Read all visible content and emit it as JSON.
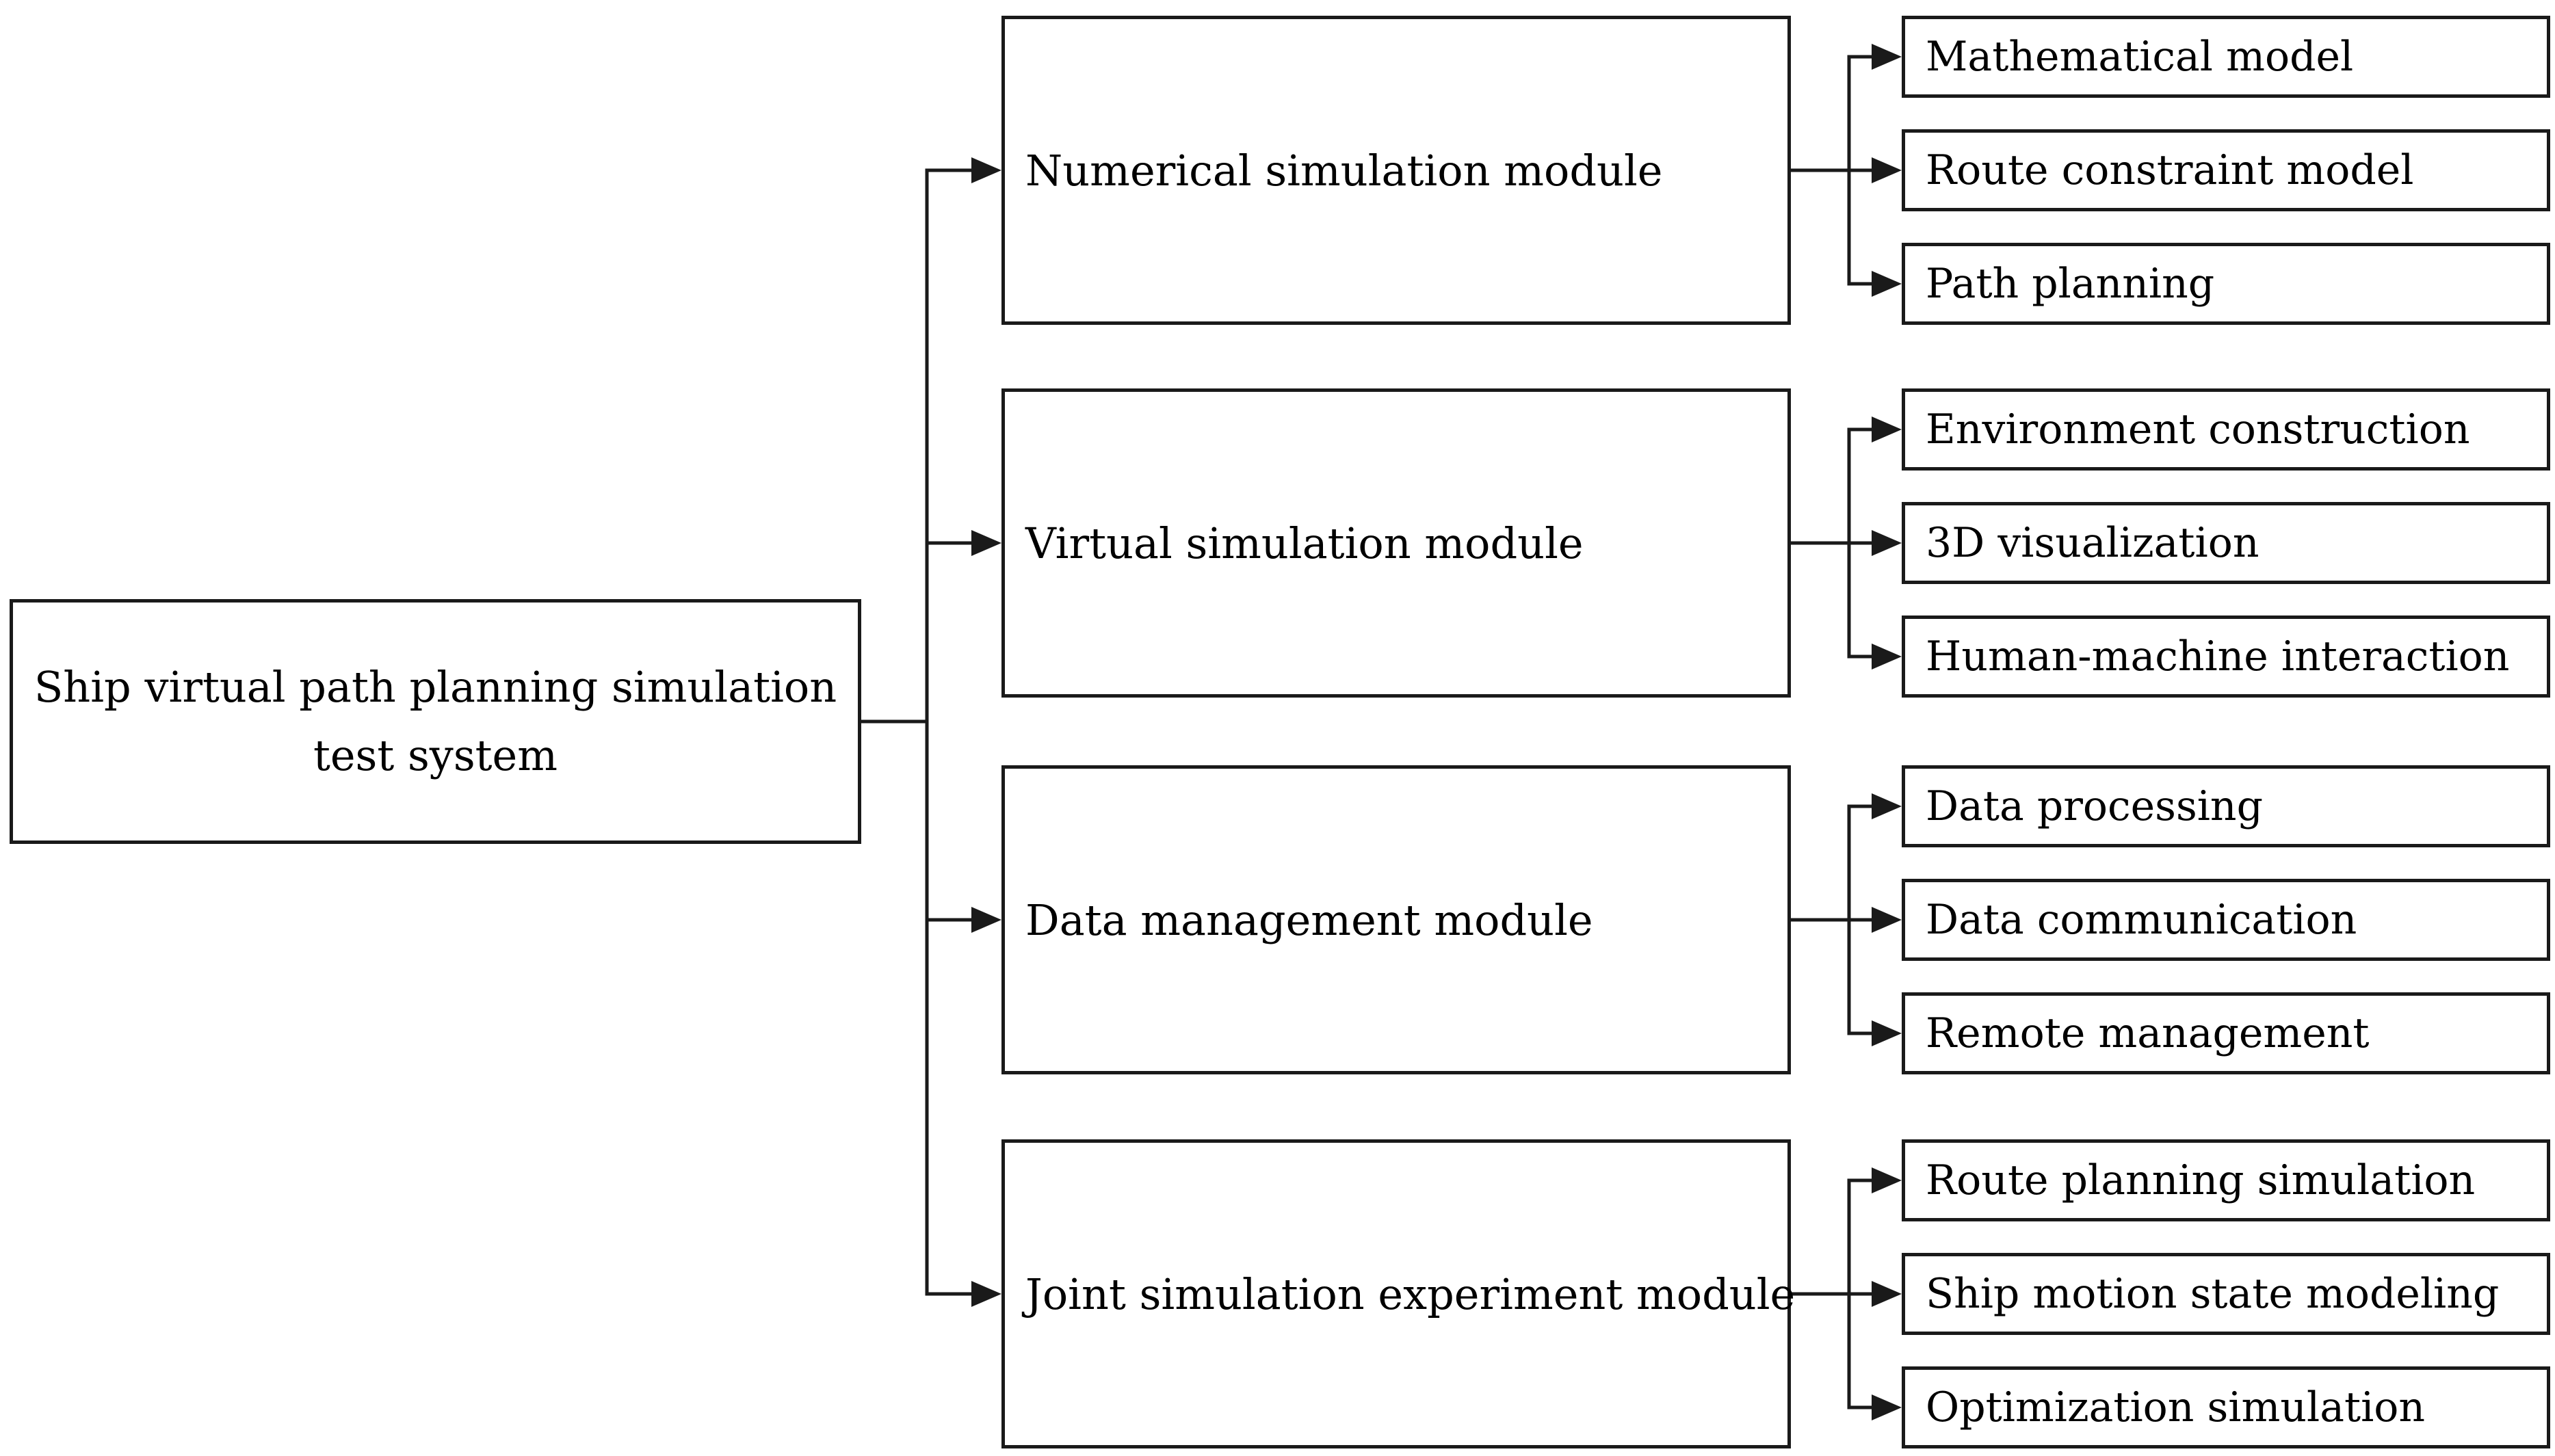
{
  "diagram": {
    "root": {
      "label": "Ship virtual path planning simulation test system"
    },
    "modules": [
      {
        "label": "Numerical simulation module",
        "children": [
          "Mathematical model",
          "Route constraint model",
          "Path planning"
        ]
      },
      {
        "label": "Virtual simulation module",
        "children": [
          "Environment construction",
          "3D visualization",
          "Human-machine interaction"
        ]
      },
      {
        "label": "Data management module",
        "children": [
          "Data processing",
          "Data communication",
          "Remote management"
        ]
      },
      {
        "label": "Joint simulation experiment module",
        "children": [
          "Route planning simulation",
          "Ship motion state modeling",
          "Optimization simulation"
        ]
      }
    ],
    "colors": {
      "line": "#1a1a1a",
      "background": "#ffffff"
    }
  }
}
